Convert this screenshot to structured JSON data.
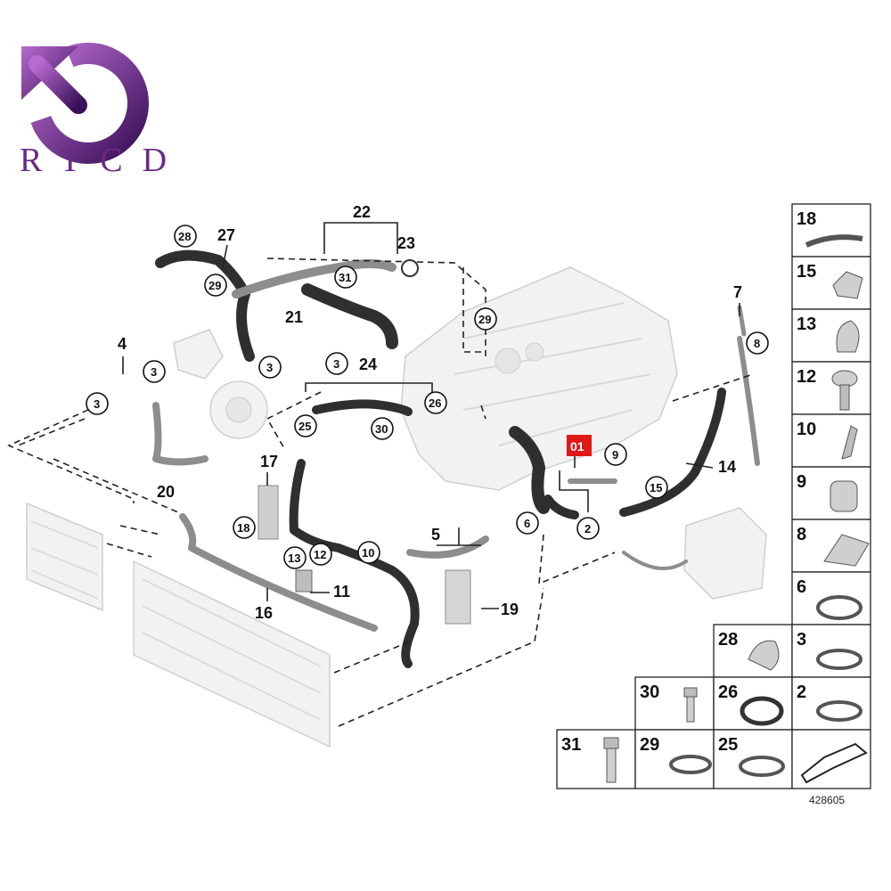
{
  "logo": {
    "text": "RTCD",
    "color": "#6a2a86"
  },
  "highlight": {
    "label": "01",
    "color": "#e01818"
  },
  "callouts": {
    "c22": "22",
    "c23": "23",
    "c27": "27",
    "c21": "21",
    "c24": "24",
    "c4": "4",
    "c7": "7",
    "c14": "14",
    "c20": "20",
    "c17": "17",
    "c5": "5",
    "c16": "16",
    "c11": "11",
    "c19": "19"
  },
  "circled": {
    "k28": "28",
    "k29a": "29",
    "k31": "31",
    "k29b": "29",
    "k3a": "3",
    "k3b": "3",
    "k3c": "3",
    "k3d": "3",
    "k25": "25",
    "k26": "26",
    "k30": "30",
    "k8": "8",
    "k9": "9",
    "k15": "15",
    "k6": "6",
    "k2": "2",
    "k18": "18",
    "k13": "13",
    "k12": "12",
    "k10": "10"
  },
  "parts_grid": {
    "p18": "18",
    "p15": "15",
    "p13": "13",
    "p12": "12",
    "p10": "10",
    "p9": "9",
    "p8": "8",
    "p6": "6",
    "p28": "28",
    "p3": "3",
    "p30": "30",
    "p26": "26",
    "p2": "2",
    "p31": "31",
    "p29": "29",
    "p25": "25"
  },
  "diagram_code": "428605"
}
